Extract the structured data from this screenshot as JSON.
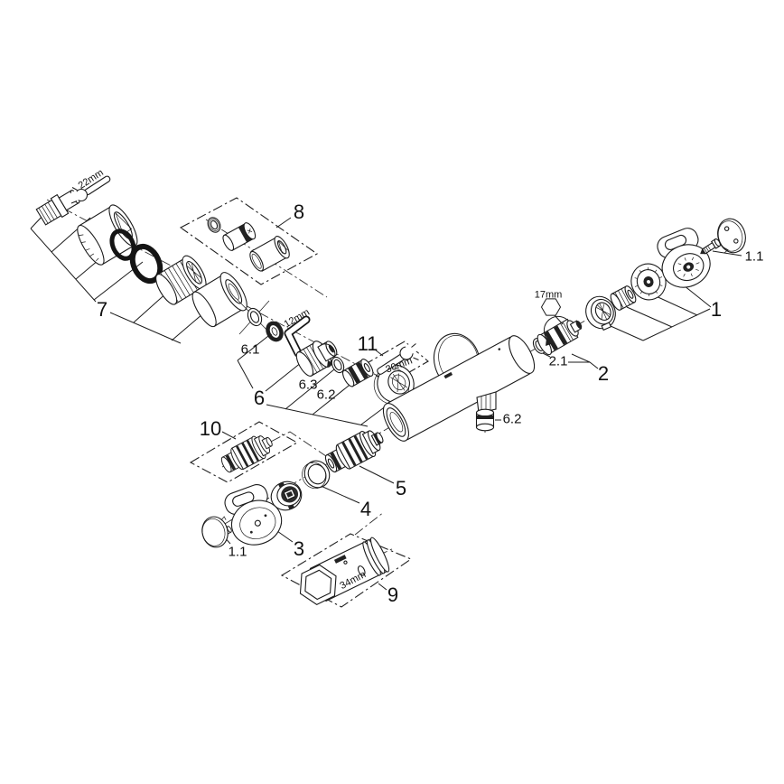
{
  "diagram": {
    "style": {
      "background": "#ffffff",
      "line_color": "#1b1b1b"
    },
    "callouts": {
      "c1": "1",
      "c1_1_right": "1.1",
      "c2": "2",
      "c2_1": "2.1",
      "c3": "3",
      "c4": "4",
      "c5": "5",
      "c6": "6",
      "c6_1": "6.1",
      "c6_2_chain": "6.2",
      "c6_2_outlet": "6.2",
      "c6_3": "6.3",
      "c7": "7",
      "c8": "8",
      "c9": "9",
      "c10": "10",
      "c11": "11",
      "c1_1_left": "1.1"
    },
    "tool_sizes": {
      "wrench_22": "22mm",
      "allen_key_12": "12mm",
      "wrench_30": "30mm",
      "hex_key_17": "17mm",
      "socket_34": "34mm"
    }
  }
}
